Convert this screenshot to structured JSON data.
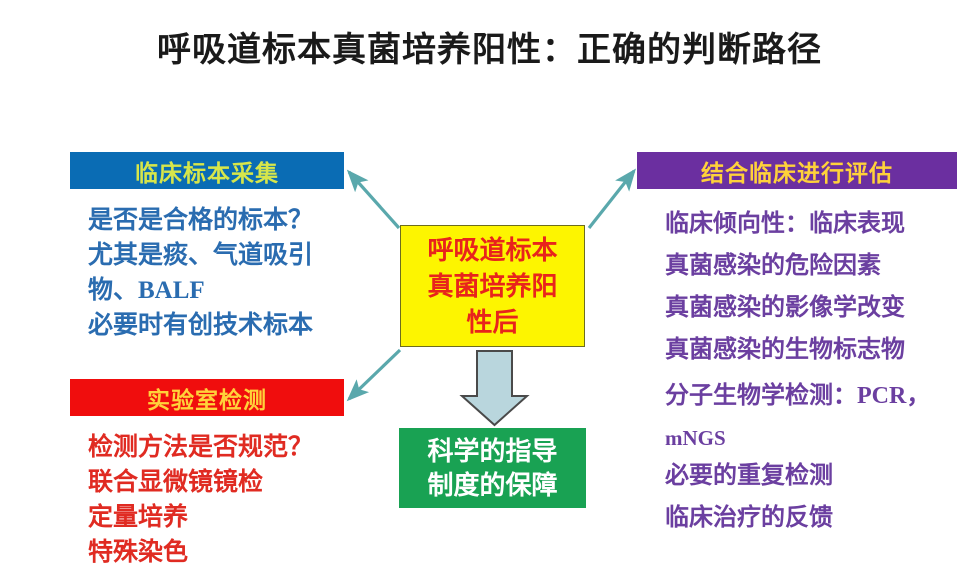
{
  "slide": {
    "title": "呼吸道标本真菌培养阳性：正确的判断路径",
    "background_color": "#ffffff"
  },
  "center_node": {
    "name": "center-yellow-node",
    "lines": [
      "呼吸道标本",
      "真菌培养阳",
      "性后"
    ],
    "background_color": "#fdf500",
    "text_color": "#e8241c",
    "border_color": "#6d6d1e"
  },
  "left_top_panel": {
    "header": "临床标本采集",
    "header_bg": "#0a6cb4",
    "header_text_color": "#d7e64a",
    "body_text_color": "#2a6cb0",
    "lines": [
      "是否是合格的标本？",
      "尤其是痰、气道吸引",
      "物、BALF",
      "必要时有创技术标本"
    ]
  },
  "left_bottom_panel": {
    "header": "实验室检测",
    "header_bg": "#f00d0d",
    "header_text_color": "#ffd23a",
    "body_text_color": "#e02b22",
    "lines": [
      "检测方法是否规范？",
      "联合显微镜镜检",
      "定量培养",
      "特殊染色"
    ]
  },
  "right_panel": {
    "header": "结合临床进行评估",
    "header_bg": "#6b2fa0",
    "header_text_color": "#ffd23a",
    "body_text_color": "#6b3fa0",
    "lines": [
      "临床倾向性：临床表现",
      "真菌感染的危险因素",
      "真菌感染的影像学改变",
      "真菌感染的生物标志物",
      "分子生物学检测：PCR，",
      "mNGS",
      "必要的重复检测",
      "临床治疗的反馈"
    ]
  },
  "conclusion_node": {
    "lines": [
      "科学的指导",
      "制度的保障"
    ],
    "background_color": "#19a253",
    "text_color": "#ffffff"
  },
  "connectors": {
    "line_color": "#5aa8ac",
    "down_arrow_fill": "#b9d6dd",
    "down_arrow_stroke": "#4a4a4a",
    "items": [
      {
        "name": "arrow-center-to-clinical-sampling",
        "direction": "up-left"
      },
      {
        "name": "arrow-center-to-clinical-evaluation",
        "direction": "up-right"
      },
      {
        "name": "arrow-center-to-lab-testing",
        "direction": "down-left"
      },
      {
        "name": "arrow-center-to-conclusion",
        "direction": "down"
      }
    ]
  }
}
